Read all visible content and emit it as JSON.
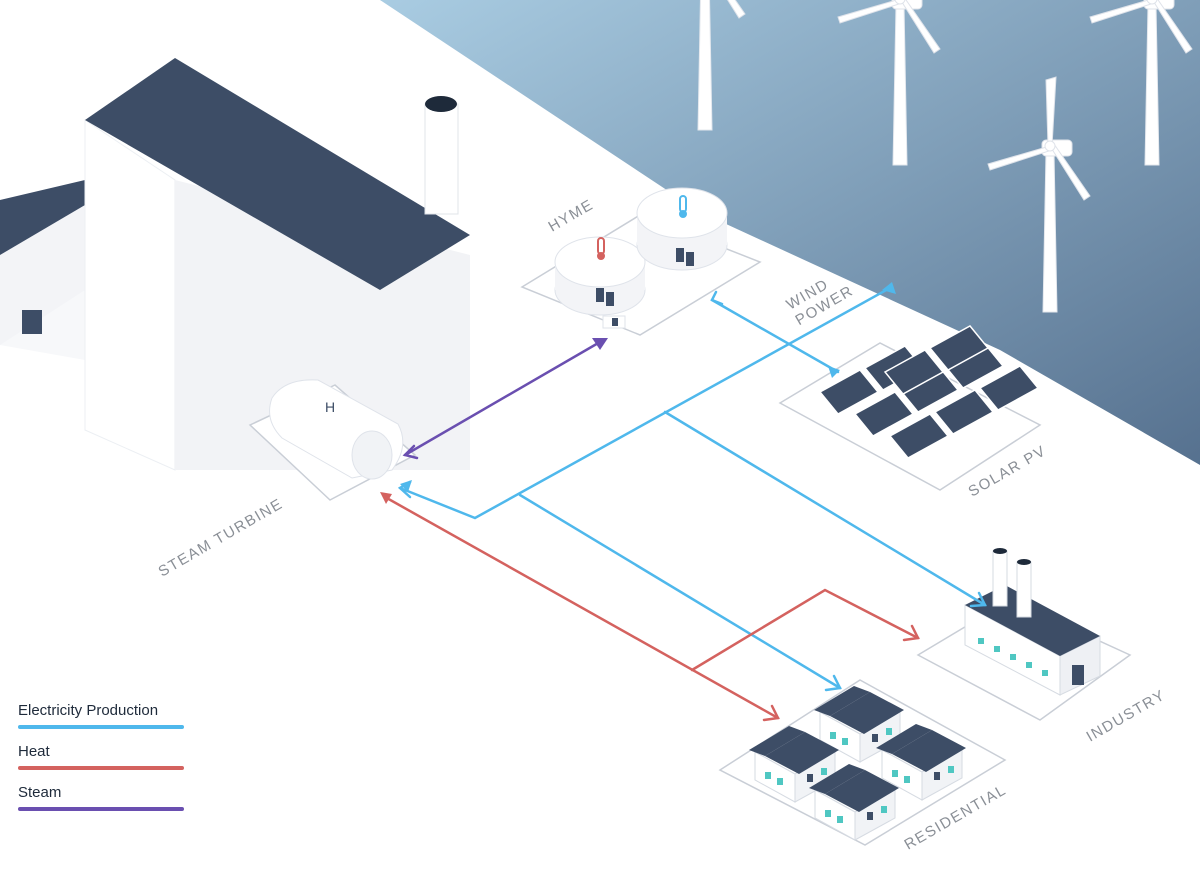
{
  "labels": {
    "hyme": "HYME",
    "wind_power_line1": "WIND",
    "wind_power_line2": "POWER",
    "solar_pv": "SOLAR PV",
    "steam_turbine": "STEAM TURBINE",
    "industry": "INDUSTRY",
    "residential": "RESIDENTIAL"
  },
  "legend": [
    {
      "label": "Electricity Production",
      "color": "#4fb8ec"
    },
    {
      "label": "Heat",
      "color": "#d4625f"
    },
    {
      "label": "Steam",
      "color": "#6a4fb0"
    }
  ],
  "colors": {
    "electricity": "#4fb8ec",
    "heat": "#d4625f",
    "steam": "#6a4fb0",
    "roof": "#3d4d66",
    "sea_light": "#9fc4dc",
    "sea_dark": "#5d7a99"
  },
  "icons": [
    "wind-turbine-icon",
    "solar-panel-icon",
    "house-icon",
    "factory-icon",
    "storage-tank-icon",
    "thermometer-icon"
  ]
}
